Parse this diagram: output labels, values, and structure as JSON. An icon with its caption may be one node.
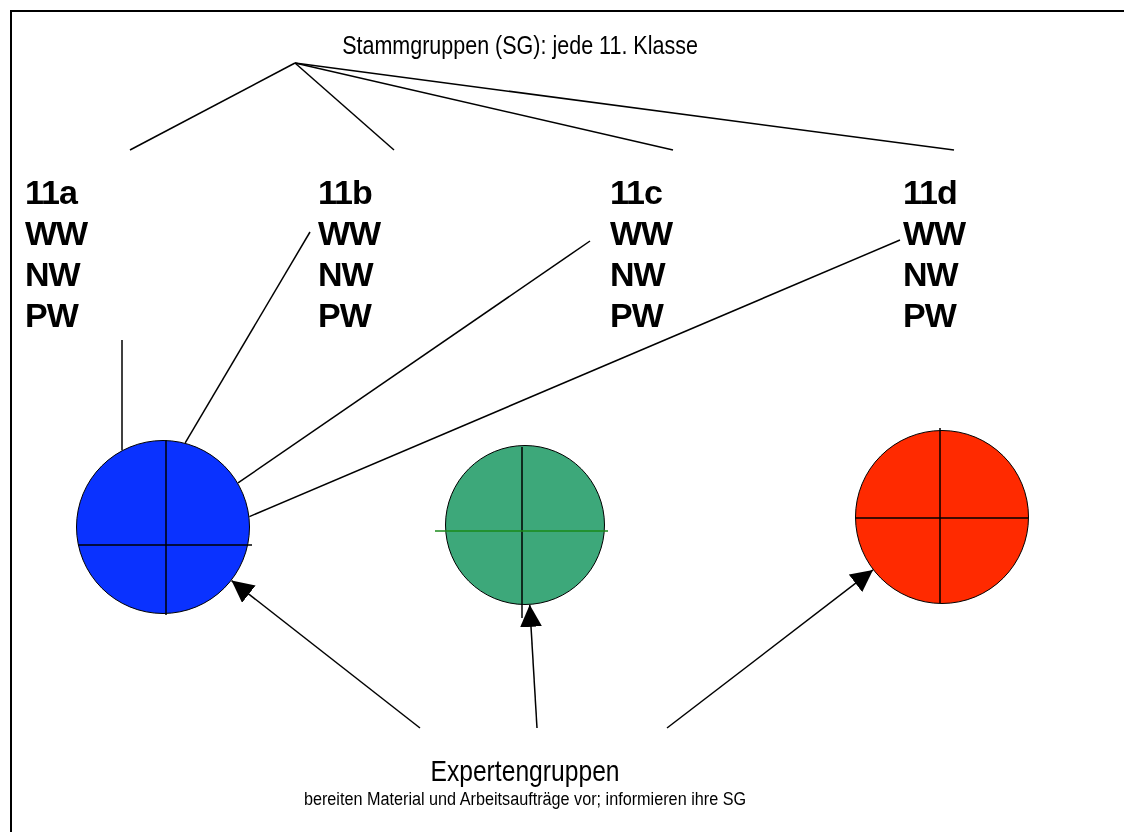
{
  "diagram": {
    "nodes": [
      {
        "text": [
          "Stammgruppen (SG): jede 11. Klasse"
        ]
      },
      {
        "text": [
          "11a",
          "WW",
          "NW",
          "PW"
        ]
      },
      {
        "text": [
          "11b",
          "WW",
          "NW",
          "PW"
        ]
      },
      {
        "text": [
          "11c",
          "WW",
          "NW",
          "PW"
        ]
      },
      {
        "text": [
          "11d",
          "WW",
          "NW",
          "PW"
        ]
      },
      {
        "text": [],
        "shape": "circle"
      },
      {
        "text": [],
        "shape": "circle"
      },
      {
        "text": [],
        "shape": "circle"
      },
      {
        "text": [
          "Expertengruppen",
          "bereiten Material und Arbeitsaufträge vor; informieren ihre SG"
        ]
      }
    ],
    "edges": [
      {
        "from": 0,
        "to": 1,
        "arrow": "none"
      },
      {
        "from": 0,
        "to": 2,
        "arrow": "none"
      },
      {
        "from": 0,
        "to": 3,
        "arrow": "none"
      },
      {
        "from": 0,
        "to": 4,
        "arrow": "none"
      },
      {
        "from": 1,
        "to": 5,
        "arrow": "none"
      },
      {
        "from": 2,
        "to": 5,
        "arrow": "none"
      },
      {
        "from": 3,
        "to": 5,
        "arrow": "none"
      },
      {
        "from": 4,
        "to": 5,
        "arrow": "none"
      },
      {
        "from": 8,
        "to": 5,
        "arrow": "to"
      },
      {
        "from": 8,
        "to": 6,
        "arrow": "to"
      },
      {
        "from": 8,
        "to": 7,
        "arrow": "to"
      }
    ]
  }
}
